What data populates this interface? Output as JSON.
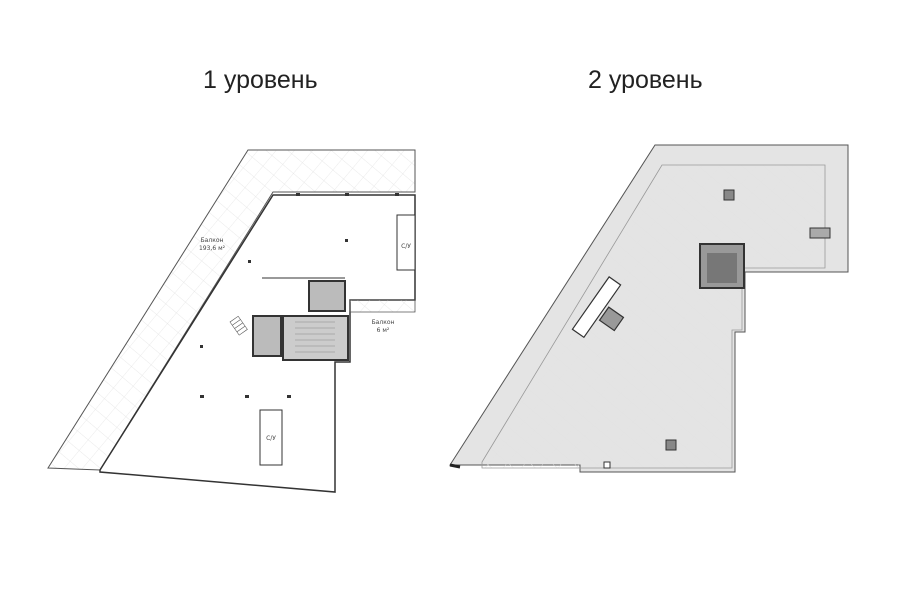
{
  "level1": {
    "title": "1 уровень",
    "balcony_large": {
      "name": "Балкон",
      "area": "193,6 м²"
    },
    "balcony_small": {
      "name": "Балкон",
      "area": "6 м²"
    },
    "bathroom_top": "С/У",
    "bathroom_bottom": "С/У"
  },
  "level2": {
    "title": "2 уровень"
  }
}
